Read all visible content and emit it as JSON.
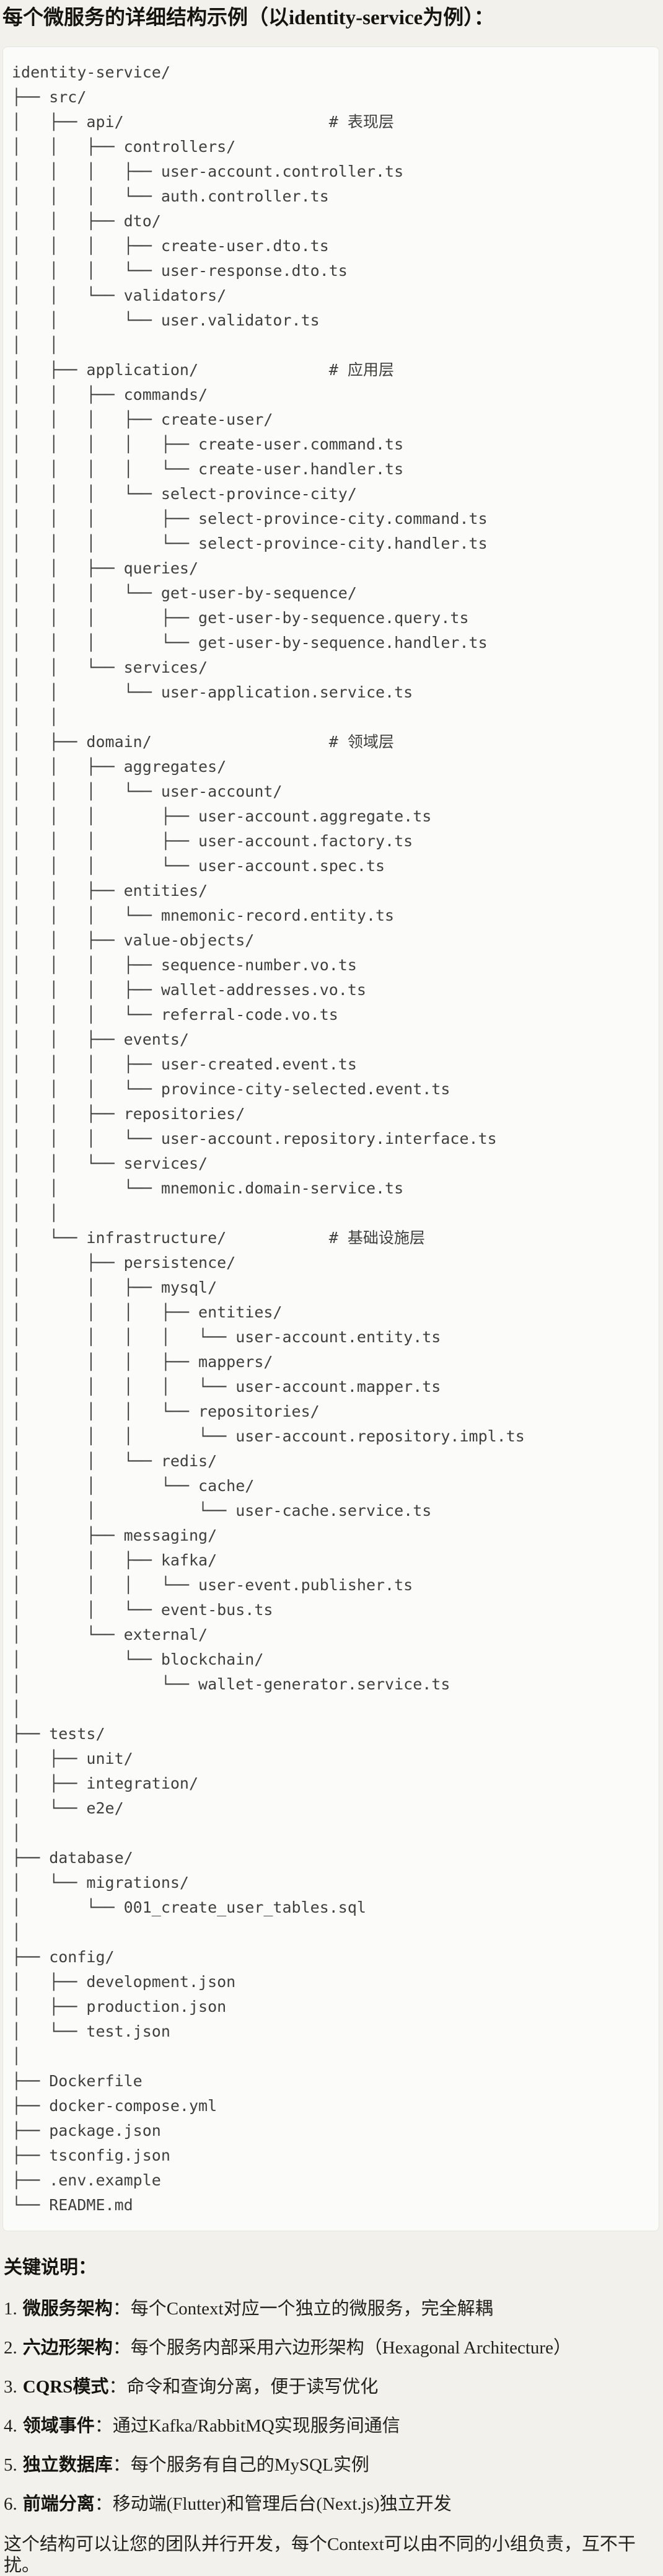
{
  "page": {
    "title": "每个微服务的详细结构示例（以identity-service为例）："
  },
  "colors": {
    "page_bg": "#f3f1ec",
    "code_bg": "#fbfbf9",
    "code_border": "#e7e5df",
    "code_text": "#3f3f3b",
    "heading_text": "#15140f"
  },
  "code_block": {
    "lines": [
      "identity-service/",
      "├── src/",
      "│   ├── api/                      # 表现层",
      "│   │   ├── controllers/",
      "│   │   │   ├── user-account.controller.ts",
      "│   │   │   └── auth.controller.ts",
      "│   │   ├── dto/",
      "│   │   │   ├── create-user.dto.ts",
      "│   │   │   └── user-response.dto.ts",
      "│   │   └── validators/",
      "│   │       └── user.validator.ts",
      "│   │",
      "│   ├── application/              # 应用层",
      "│   │   ├── commands/",
      "│   │   │   ├── create-user/",
      "│   │   │   │   ├── create-user.command.ts",
      "│   │   │   │   └── create-user.handler.ts",
      "│   │   │   └── select-province-city/",
      "│   │   │       ├── select-province-city.command.ts",
      "│   │   │       └── select-province-city.handler.ts",
      "│   │   ├── queries/",
      "│   │   │   └── get-user-by-sequence/",
      "│   │   │       ├── get-user-by-sequence.query.ts",
      "│   │   │       └── get-user-by-sequence.handler.ts",
      "│   │   └── services/",
      "│   │       └── user-application.service.ts",
      "│   │",
      "│   ├── domain/                   # 领域层",
      "│   │   ├── aggregates/",
      "│   │   │   └── user-account/",
      "│   │   │       ├── user-account.aggregate.ts",
      "│   │   │       ├── user-account.factory.ts",
      "│   │   │       └── user-account.spec.ts",
      "│   │   ├── entities/",
      "│   │   │   └── mnemonic-record.entity.ts",
      "│   │   ├── value-objects/",
      "│   │   │   ├── sequence-number.vo.ts",
      "│   │   │   ├── wallet-addresses.vo.ts",
      "│   │   │   └── referral-code.vo.ts",
      "│   │   ├── events/",
      "│   │   │   ├── user-created.event.ts",
      "│   │   │   └── province-city-selected.event.ts",
      "│   │   ├── repositories/",
      "│   │   │   └── user-account.repository.interface.ts",
      "│   │   └── services/",
      "│   │       └── mnemonic.domain-service.ts",
      "│   │",
      "│   └── infrastructure/           # 基础设施层",
      "│       ├── persistence/",
      "│       │   ├── mysql/",
      "│       │   │   ├── entities/",
      "│       │   │   │   └── user-account.entity.ts",
      "│       │   │   ├── mappers/",
      "│       │   │   │   └── user-account.mapper.ts",
      "│       │   │   └── repositories/",
      "│       │   │       └── user-account.repository.impl.ts",
      "│       │   └── redis/",
      "│       │       └── cache/",
      "│       │           └── user-cache.service.ts",
      "│       ├── messaging/",
      "│       │   ├── kafka/",
      "│       │   │   └── user-event.publisher.ts",
      "│       │   └── event-bus.ts",
      "│       └── external/",
      "│           └── blockchain/",
      "│               └── wallet-generator.service.ts",
      "│",
      "├── tests/",
      "│   ├── unit/",
      "│   ├── integration/",
      "│   └── e2e/",
      "│",
      "├── database/",
      "│   └── migrations/",
      "│       └── 001_create_user_tables.sql",
      "│",
      "├── config/",
      "│   ├── development.json",
      "│   ├── production.json",
      "│   └── test.json",
      "│",
      "├── Dockerfile",
      "├── docker-compose.yml",
      "├── package.json",
      "├── tsconfig.json",
      "├── .env.example",
      "└── README.md"
    ]
  },
  "notes": {
    "heading": "关键说明：",
    "items": [
      {
        "num": "1.",
        "label": "微服务架构",
        "text": "：每个Context对应一个独立的微服务，完全解耦"
      },
      {
        "num": "2.",
        "label": "六边形架构",
        "text": "：每个服务内部采用六边形架构（Hexagonal Architecture）"
      },
      {
        "num": "3.",
        "label": "CQRS模式",
        "text": "：命令和查询分离，便于读写优化"
      },
      {
        "num": "4.",
        "label": "领域事件",
        "text": "：通过Kafka/RabbitMQ实现服务间通信"
      },
      {
        "num": "5.",
        "label": "独立数据库",
        "text": "：每个服务有自己的MySQL实例"
      },
      {
        "num": "6.",
        "label": "前端分离",
        "text": "：移动端(Flutter)和管理后台(Next.js)独立开发"
      }
    ],
    "footer": "这个结构可以让您的团队并行开发，每个Context可以由不同的小组负责，互不干扰。"
  }
}
